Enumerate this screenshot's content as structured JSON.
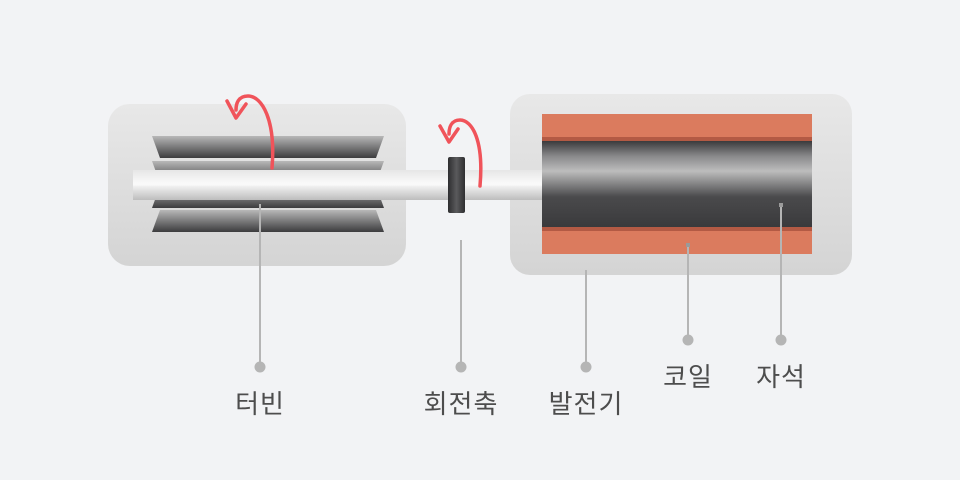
{
  "labels": {
    "turbine": "터빈",
    "rotation_shaft": "회전축",
    "generator": "발전기",
    "coil": "코일",
    "magnet": "자석"
  },
  "colors": {
    "background": "#f2f3f5",
    "housing": "#dedede",
    "coil": "#db7b5e",
    "rotation_arrow": "#f0535a",
    "leader_line": "#b5b5b5",
    "text": "#4d4d4d"
  },
  "icons": {
    "rotation": "curved-arrow-counterclockwise"
  }
}
